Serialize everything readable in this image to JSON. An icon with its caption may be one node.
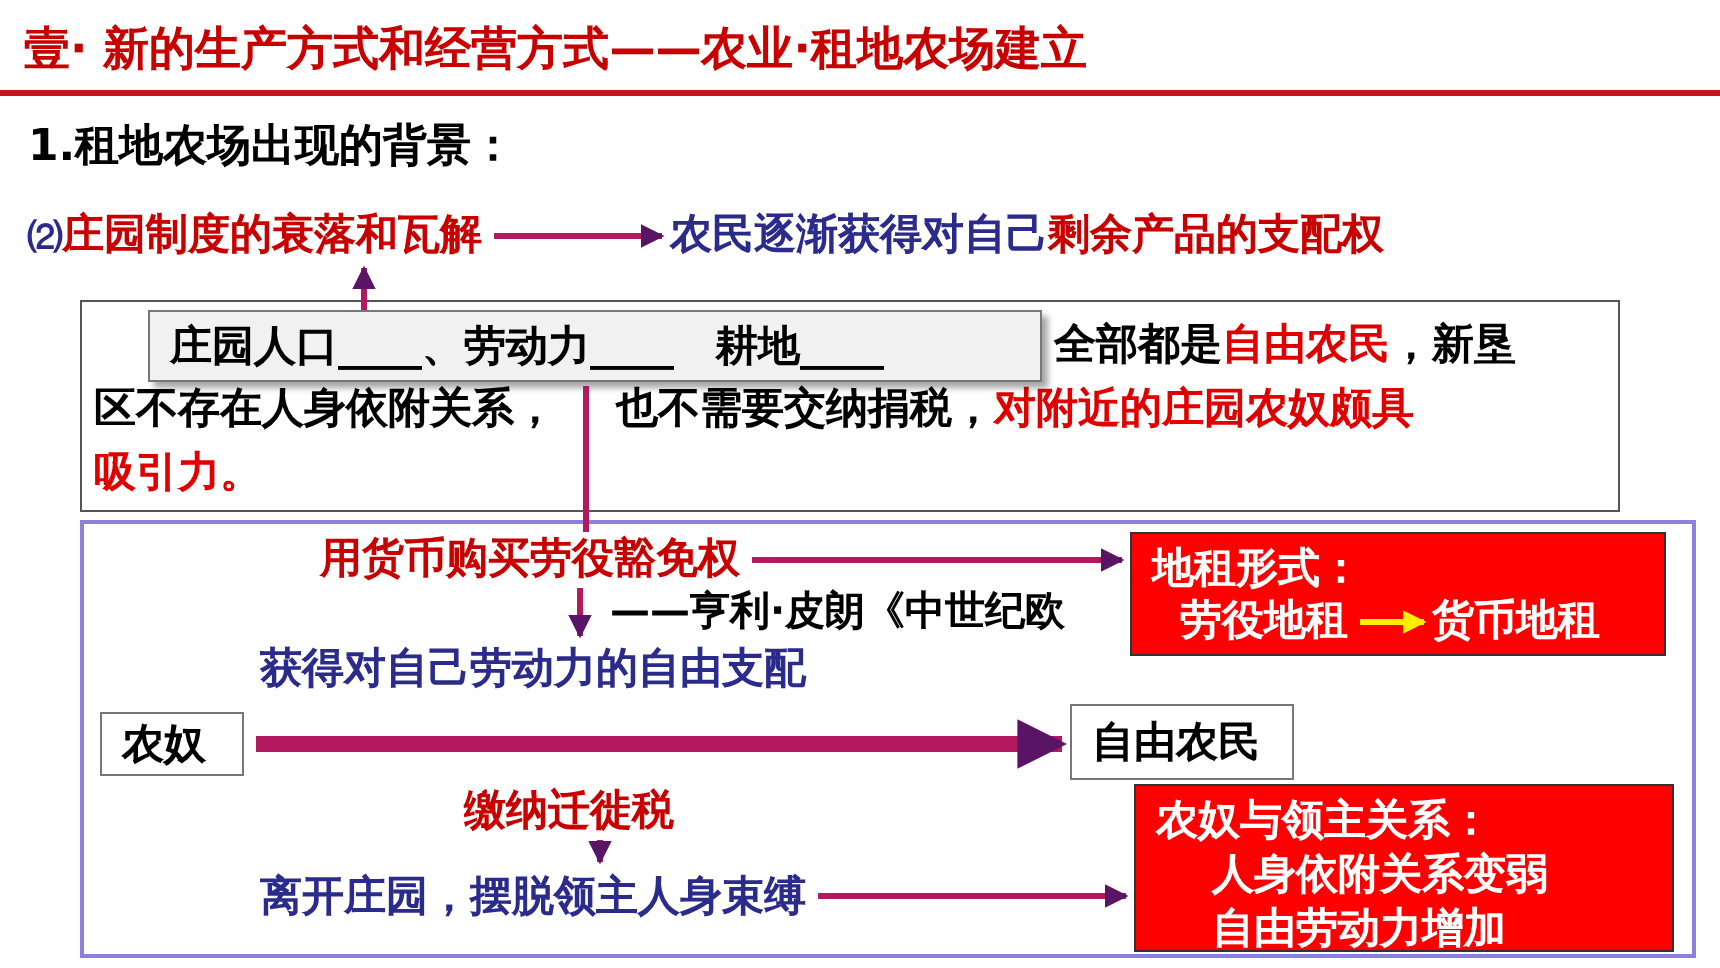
{
  "diagram": {
    "title": "壹· 新的生产方式和经营方式——农业·租地农场建立",
    "nodes": [
      {
        "text": [
          "⑵",
          "庄园制度的衰落和瓦解"
        ]
      },
      {
        "text": [
          "农民逐渐获得对自己",
          "剩余产品的支配权"
        ]
      },
      {
        "text": [
          "全部都是",
          "自由农民",
          "，新垦",
          "区不存在人身依附关系，",
          "也不需要交纳捐税，",
          "对附近的庄园农奴颇具",
          "吸引力。"
        ]
      },
      {
        "text": [
          "庄园人口____、劳动力____　耕地____"
        ],
        "in": 2
      },
      {
        "text": [],
        "shape": "box"
      },
      {
        "text": [
          "用货币购买劳役豁免权"
        ],
        "in": 4
      },
      {
        "text": [
          "获得对自己劳动力的自由支配"
        ],
        "in": 4
      },
      {
        "text": [
          "地租形式："
        ],
        "in": 4
      },
      {
        "text": [
          "劳役地租"
        ],
        "in": 7
      },
      {
        "text": [
          "货币地租"
        ],
        "in": 7
      },
      {
        "text": [
          "农奴"
        ],
        "in": 4
      },
      {
        "text": [
          "自由农民"
        ],
        "in": 4
      },
      {
        "text": [
          "缴纳迁徙税"
        ],
        "in": 4
      },
      {
        "text": [
          "离开庄园，摆脱领主人身束缚"
        ],
        "in": 4
      },
      {
        "text": [
          "农奴与领主关系：",
          "人身依附关系变弱",
          "自由劳动力增加"
        ],
        "in": 4
      }
    ],
    "edges": [
      {
        "from": 0,
        "to": 1,
        "arrow": "to"
      },
      {
        "from": 3,
        "to": 0,
        "arrow": "to"
      },
      {
        "from": 3,
        "to": 5,
        "arrow": "none"
      },
      {
        "from": 5,
        "to": 6,
        "arrow": "to"
      },
      {
        "from": 5,
        "to": 7,
        "arrow": "to"
      },
      {
        "from": 8,
        "to": 9,
        "arrow": "to",
        "color": "#ffee00"
      },
      {
        "from": 10,
        "to": 11,
        "arrow": "to",
        "style": "thick"
      },
      {
        "from": 12,
        "to": 13,
        "arrow": "to"
      },
      {
        "from": 13,
        "to": 14,
        "arrow": "to"
      }
    ],
    "labels": [
      "1.租地农场出现的背景：",
      "——亨利·皮朗《中世纪欧"
    ]
  }
}
